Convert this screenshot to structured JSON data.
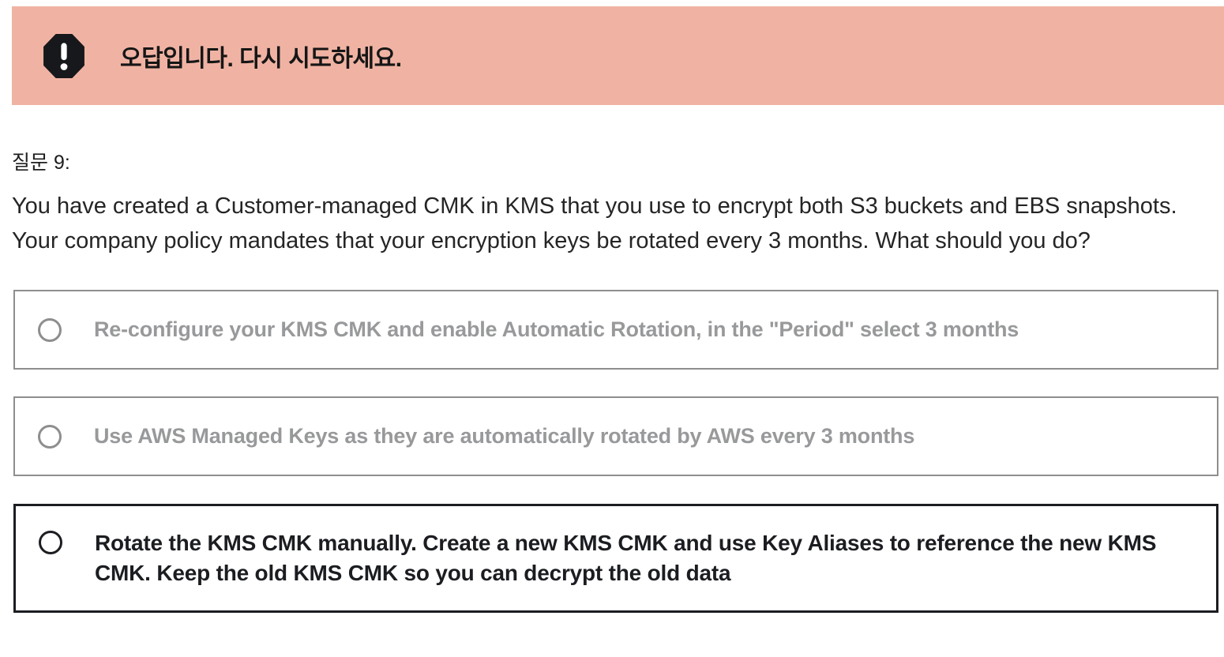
{
  "alert": {
    "message": "오답입니다. 다시 시도하세요.",
    "icon": "alert-octagon-icon",
    "bg_color": "#F0B3A3",
    "text_color": "#161616"
  },
  "question": {
    "label": "질문 9:",
    "text": "You have created a Customer-managed CMK in KMS that you use to encrypt both S3 buckets and EBS snapshots. Your company policy mandates that your encryption keys be rotated every 3 months. What should you do?"
  },
  "options": [
    {
      "label": "Re-configure your KMS CMK and enable Automatic Rotation, in the \"Period\" select 3 months",
      "selected": false,
      "state": "dimmed"
    },
    {
      "label": "Use AWS Managed Keys as they are automatically rotated by AWS every 3 months",
      "selected": false,
      "state": "dimmed"
    },
    {
      "label": "Rotate the KMS CMK manually. Create a new KMS CMK and use Key Aliases to reference the new KMS CMK. Keep the old KMS CMK so you can decrypt the old data",
      "selected": false,
      "state": "active"
    }
  ],
  "colors": {
    "alert_background": "#F0B3A3",
    "dimmed_border": "#8e8e8e",
    "dimmed_text": "#98999b",
    "active_border": "#1b1d21",
    "active_text": "#1b1d21",
    "page_background": "#ffffff"
  }
}
